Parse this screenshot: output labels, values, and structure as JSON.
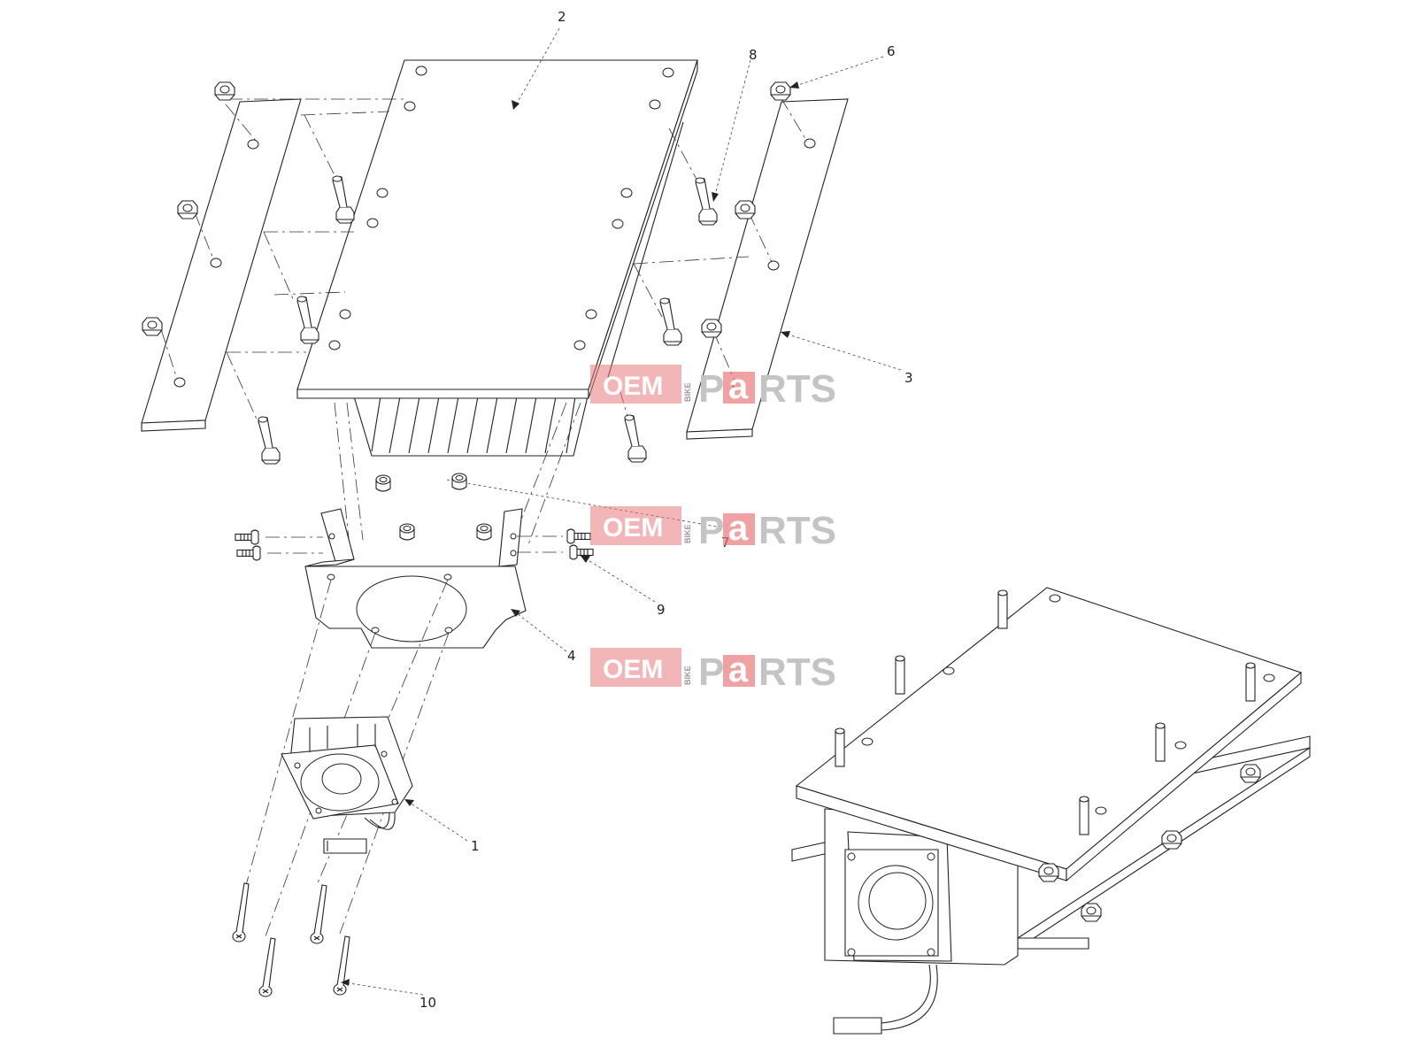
{
  "callouts": [
    {
      "id": "1",
      "label": "1"
    },
    {
      "id": "2",
      "label": "2"
    },
    {
      "id": "3",
      "label": "3"
    },
    {
      "id": "4",
      "label": "4"
    },
    {
      "id": "6",
      "label": "6"
    },
    {
      "id": "7",
      "label": "7"
    },
    {
      "id": "8",
      "label": "8"
    },
    {
      "id": "9",
      "label": "9"
    },
    {
      "id": "10",
      "label": "10"
    }
  ],
  "watermark": {
    "brand_oem": "OEM",
    "brand_bike": "BIKE",
    "brand_p": "P",
    "brand_a": "a",
    "brand_rts": "RTS",
    "accent_color": "#e8797e",
    "gray_color": "#c4c4c4"
  }
}
